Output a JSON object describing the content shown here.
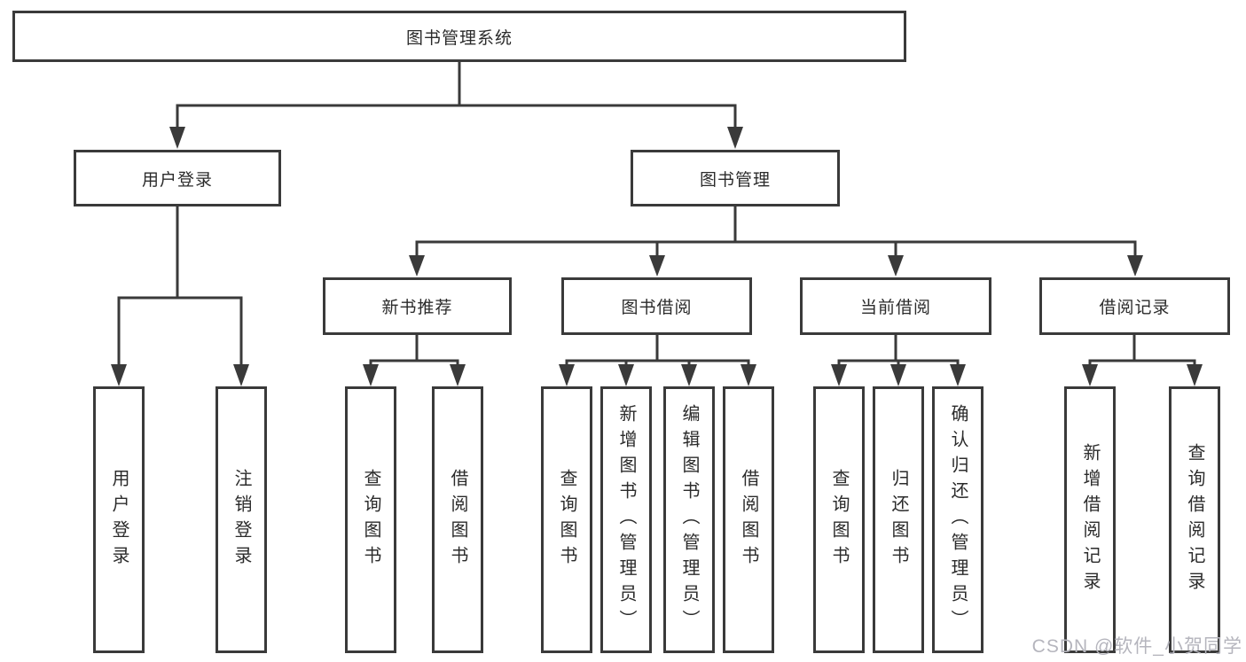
{
  "tree": {
    "root": {
      "label": "图书管理系统"
    },
    "branches": [
      {
        "label": "用户登录",
        "children": [
          "用户登录",
          "注销登录"
        ]
      },
      {
        "label": "图书管理",
        "groups": [
          {
            "label": "新书推荐",
            "children": [
              "查询图书",
              "借阅图书"
            ]
          },
          {
            "label": "图书借阅",
            "children": [
              "查询图书",
              "新增图书（管理员）",
              "编辑图书（管理员）",
              "借阅图书"
            ]
          },
          {
            "label": "当前借阅",
            "children": [
              "查询图书",
              "归还图书",
              "确认归还（管理员）"
            ]
          },
          {
            "label": "借阅记录",
            "children": [
              "新增借阅记录",
              "查询借阅记录"
            ]
          }
        ]
      }
    ]
  },
  "watermark": {
    "text": "CSDN @软件_小贺同学"
  },
  "colors": {
    "line": "#3a3a3a",
    "text": "#2b2b2b",
    "watermark": "#b5b5bd",
    "background": "#ffffff"
  }
}
